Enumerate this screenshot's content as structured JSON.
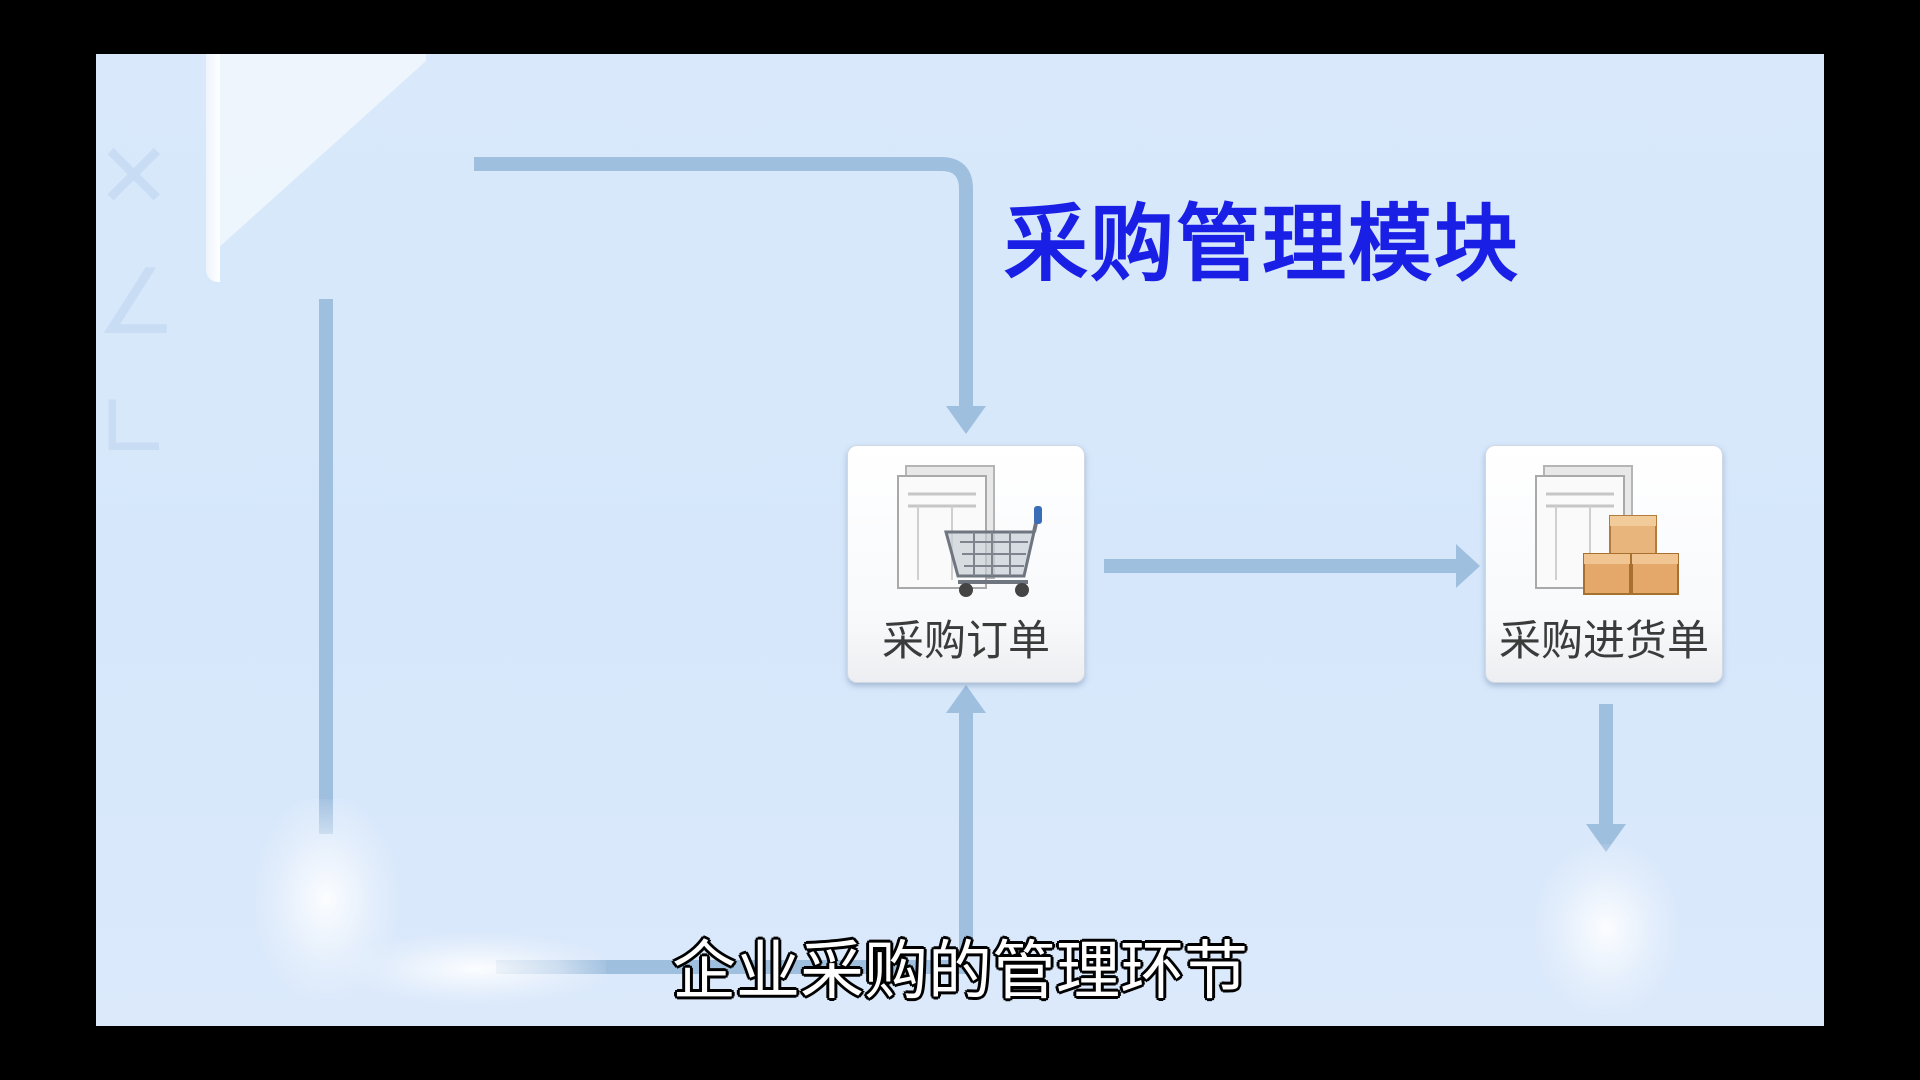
{
  "title": "采购管理模块",
  "nodes": [
    {
      "id": "purchase-order",
      "label": "采购订单",
      "icon": "order-cart-icon"
    },
    {
      "id": "purchase-receipt",
      "label": "采购进货单",
      "icon": "receipt-boxes-icon"
    }
  ],
  "subtitle": "企业采购的管理环节",
  "colors": {
    "background": "#d9e9fb",
    "title": "#1a1fe6",
    "arrow": "#9fbfdf",
    "label": "#3b3b3b",
    "subtitle": "#ffffff"
  }
}
